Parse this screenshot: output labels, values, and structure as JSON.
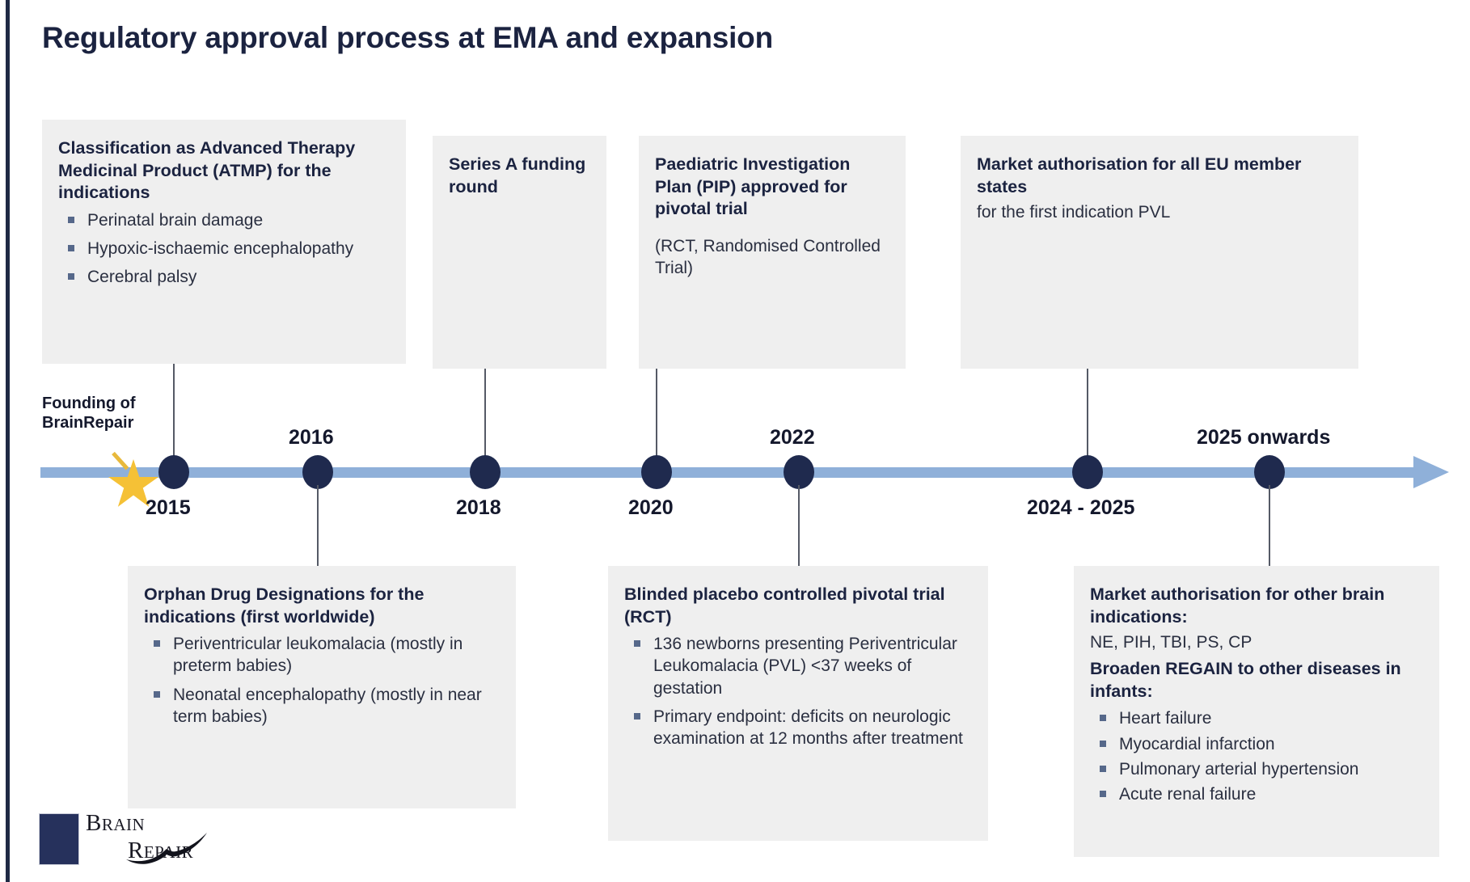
{
  "page": {
    "title": "Regulatory approval process at EMA and expansion",
    "accent_navy": "#1f2a44",
    "card_bg": "#efefef",
    "axis_color": "#8fb0d9",
    "node_color": "#1f2a4e",
    "star_color": "#f5c136"
  },
  "founding": {
    "line1": "Founding of",
    "line2": "BrainRepair"
  },
  "timeline": {
    "years": [
      {
        "label": "2015",
        "position": "below"
      },
      {
        "label": "2016",
        "position": "above"
      },
      {
        "label": "2018",
        "position": "below"
      },
      {
        "label": "2020",
        "position": "below"
      },
      {
        "label": "2022",
        "position": "above"
      },
      {
        "label": "2024 - 2025",
        "position": "below"
      },
      {
        "label": "2025 onwards",
        "position": "above"
      }
    ]
  },
  "top_cards": [
    {
      "heading": "Classification as Advanced Therapy Medicinal Product (ATMP) for the indications",
      "subtext": "",
      "bullets": [
        "Perinatal brain damage",
        "Hypoxic-ischaemic encephalopathy",
        "Cerebral palsy"
      ]
    },
    {
      "heading": "Series A funding round",
      "subtext": "",
      "bullets": []
    },
    {
      "heading": "Paediatric Investigation Plan (PIP) approved for pivotal trial",
      "subtext": "(RCT, Randomised Controlled Trial)",
      "bullets": []
    },
    {
      "heading": "Market authorisation for all EU member states",
      "subtext": "for the first indication PVL",
      "bullets": []
    }
  ],
  "bottom_cards": [
    {
      "heading": "Orphan Drug Designations for the indications (first worldwide)",
      "subtext": "",
      "bullets": [
        "Periventricular leukomalacia (mostly in preterm babies)",
        "Neonatal encephalopathy (mostly in near term babies)"
      ]
    },
    {
      "heading": "Blinded placebo controlled pivotal trial (RCT)",
      "subtext": "",
      "bullets": [
        "136 newborns presenting Periventricular Leukomalacia (PVL) <37 weeks of gestation",
        "Primary endpoint: deficits on neurologic examination at 12 months after treatment"
      ]
    },
    {
      "heading": "Market authorisation for other brain indications:",
      "subtext": "NE, PIH, TBI, PS, CP",
      "heading2": "Broaden REGAIN to other diseases in infants:",
      "bullets": [
        "Heart failure",
        "Myocardial infarction",
        "Pulmonary arterial hypertension",
        "Acute renal failure"
      ]
    }
  ],
  "logo": {
    "word1": "B",
    "word1_rest": "RAIN",
    "word2": "R",
    "word2_rest": "EPAIR"
  }
}
